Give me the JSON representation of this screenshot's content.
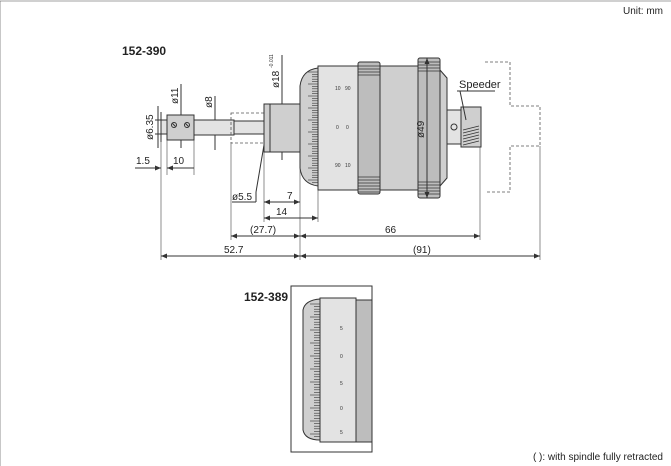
{
  "unit_note": "Unit: mm",
  "retracted_note": "( ): with spindle fully retracted",
  "model_main": "152-390",
  "model_secondary": "152-389",
  "speeder_label": "Speeder",
  "dims": {
    "d635": "ø6.35",
    "d11": "ø11",
    "d8": "ø8",
    "d18": "ø18",
    "d18_tol": "-0.011",
    "d49": "ø49",
    "d55": "ø5.5",
    "l15": "1.5",
    "l10": "10",
    "l7": "7",
    "l14": "14",
    "l277": "(27.7)",
    "l66": "66",
    "l91": "(91)",
    "l527": "52.7"
  },
  "scale_marks": {
    "main": [
      "10",
      "90",
      "0",
      "0",
      "90",
      "10"
    ],
    "secondary": [
      "5",
      "0",
      "5",
      "0",
      "5"
    ]
  }
}
